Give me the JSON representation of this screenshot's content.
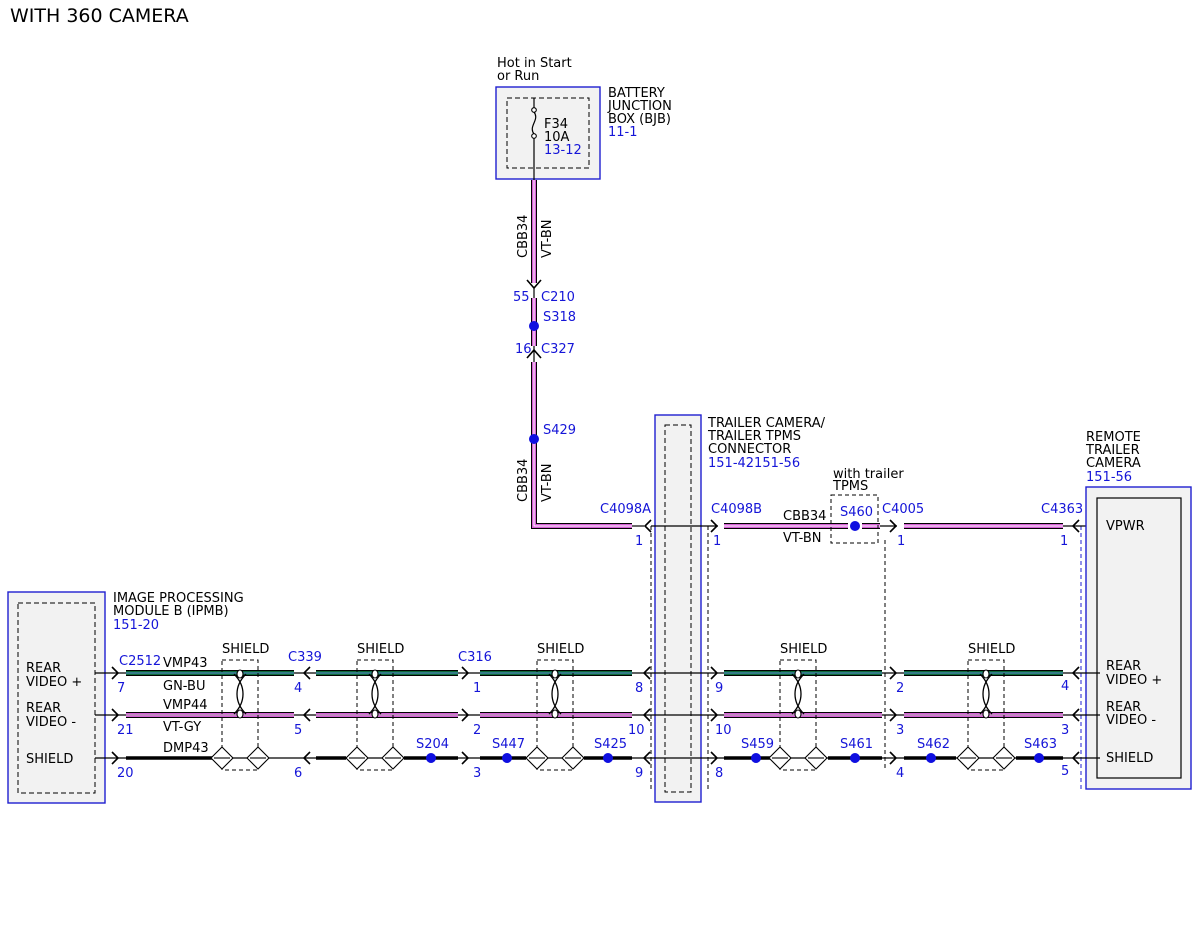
{
  "title": "WITH 360 CAMERA",
  "bjb": {
    "condition_line1": "Hot in Start",
    "condition_line2": "or Run",
    "fuse": "F34",
    "amp": "10A",
    "fuse_ref": "13-12",
    "name_line1": "BATTERY",
    "name_line2": "JUNCTION",
    "name_line3": "BOX (BJB)",
    "ref": "11-1"
  },
  "power_wire": {
    "circuit": "CBB34",
    "color": "VT-BN",
    "c210_pin": "55",
    "c210": "C210",
    "s318": "S318",
    "c327_pin": "16",
    "c327": "C327",
    "s429": "S429",
    "c4098a": "C4098A",
    "c4098a_pin": "1",
    "c4098b": "C4098B",
    "c4098b_pin": "1",
    "s460": "S460",
    "c4005": "C4005",
    "c4005_pin": "1",
    "c4363": "C4363",
    "c4363_pin": "1",
    "tpms_note_line1": "with trailer",
    "tpms_note_line2": "TPMS"
  },
  "trailer_connector": {
    "line1": "TRAILER CAMERA/",
    "line2": "TRAILER TPMS",
    "line3": "CONNECTOR",
    "ref": "151-42151-56"
  },
  "camera": {
    "line1": "REMOTE",
    "line2": "TRAILER",
    "line3": "CAMERA",
    "ref": "151-56",
    "pin_vpwr": "VPWR",
    "pin_rv_plus_1": "REAR",
    "pin_rv_plus_2": "VIDEO +",
    "pin_rv_minus_1": "REAR",
    "pin_rv_minus_2": "VIDEO -",
    "pin_shield": "SHIELD"
  },
  "ipmb": {
    "line1": "IMAGE PROCESSING",
    "line2": "MODULE B (IPMB)",
    "ref": "151-20",
    "pin_rv_plus_1": "REAR",
    "pin_rv_plus_2": "VIDEO +",
    "pin_rv_minus_1": "REAR",
    "pin_rv_minus_2": "VIDEO -",
    "pin_shield": "SHIELD"
  },
  "wires": {
    "plus_circuit": "VMP43",
    "plus_color": "GN-BU",
    "minus_circuit": "VMP44",
    "minus_color": "VT-GY",
    "shield_circuit": "DMP43",
    "shield_label": "SHIELD"
  },
  "connectors": {
    "c2512": "C2512",
    "c2512_p1": "7",
    "c2512_p2": "21",
    "c2512_p3": "20",
    "c339": "C339",
    "c339_p1": "4",
    "c339_p2": "5",
    "c339_p3": "6",
    "c316": "C316",
    "c316_p1": "1",
    "c316_p2": "2",
    "c316_p3": "3",
    "c4098a_p1": "8",
    "c4098a_p2": "10",
    "c4098a_p3": "9",
    "c4098b_p1": "9",
    "c4098b_p2": "10",
    "c4098b_p3": "8",
    "c4005_p1": "2",
    "c4005_p2": "3",
    "c4005_p3": "4",
    "c4363_p1": "4",
    "c4363_p2": "3",
    "c4363_p3": "5"
  },
  "splices": {
    "s204": "S204",
    "s447": "S447",
    "s425": "S425",
    "s459": "S459",
    "s461": "S461",
    "s462": "S462",
    "s463": "S463"
  },
  "colors": {
    "violet": "#d45fd4",
    "green": "#0f6b3a",
    "blue_text": "#1515d8",
    "splice": "#0f0fe0"
  }
}
